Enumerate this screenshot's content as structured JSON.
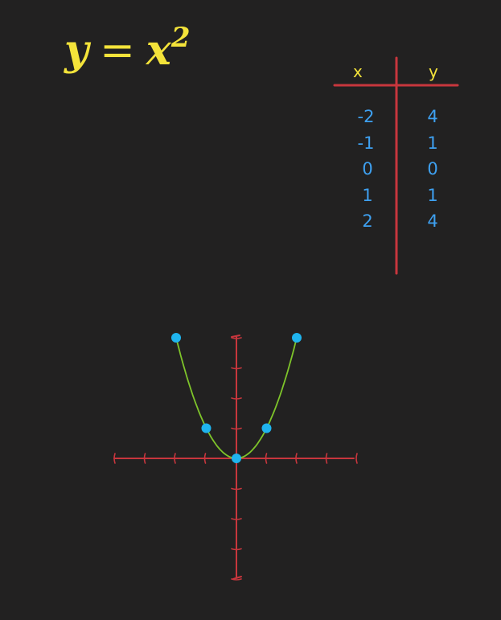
{
  "equation": {
    "lhs": "y",
    "op": "=",
    "base": "x",
    "exponent": "2"
  },
  "table": {
    "headers": [
      "x",
      "y"
    ],
    "rows": [
      [
        "-2",
        "4"
      ],
      [
        "-1",
        "1"
      ],
      [
        "0",
        "0"
      ],
      [
        "1",
        "1"
      ],
      [
        "2",
        "4"
      ]
    ]
  },
  "chart_data": {
    "type": "scatter",
    "title": "",
    "points": [
      {
        "x": -2,
        "y": 4
      },
      {
        "x": -1,
        "y": 1
      },
      {
        "x": 0,
        "y": 0
      },
      {
        "x": 1,
        "y": 1
      },
      {
        "x": 2,
        "y": 4
      }
    ],
    "curve": "y = x^2",
    "xlim": [
      -4,
      4
    ],
    "ylim": [
      -4,
      4
    ],
    "colors": {
      "axes": "#c8363d",
      "curve": "#7ec42a",
      "points": "#1fb4ee",
      "equation": "#f4e33a",
      "table_values": "#3ea0f0",
      "table_lines": "#c8363d"
    }
  }
}
